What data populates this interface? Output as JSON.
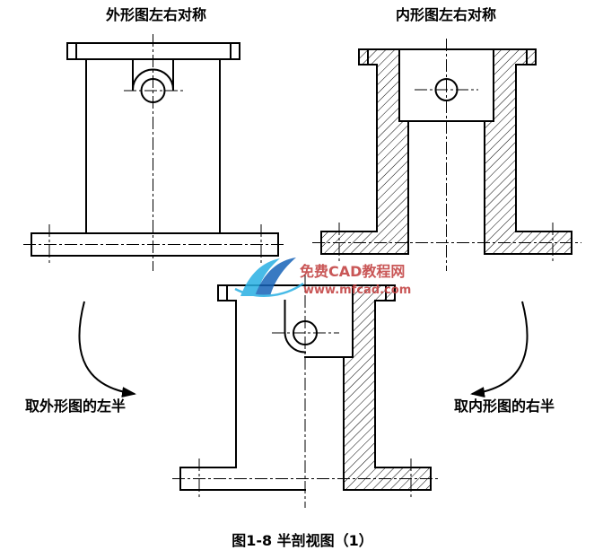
{
  "figure": {
    "title_left": "外形图左右对称",
    "title_right": "内形图左右对称",
    "note_left": "取外形图的左半",
    "note_right": "取内形图的右半",
    "caption": "图1-8 半剖视图（1）"
  },
  "watermark": {
    "site_name": "免费CAD教程网",
    "site_url": "www.mfcad.com",
    "color_cyan": "#29b0e3",
    "color_blue": "#1763b8",
    "color_red": "#c03a3a"
  },
  "drawing": {
    "line_color": "#000000",
    "background_color": "#ffffff",
    "hatch_angle_deg": 45
  }
}
